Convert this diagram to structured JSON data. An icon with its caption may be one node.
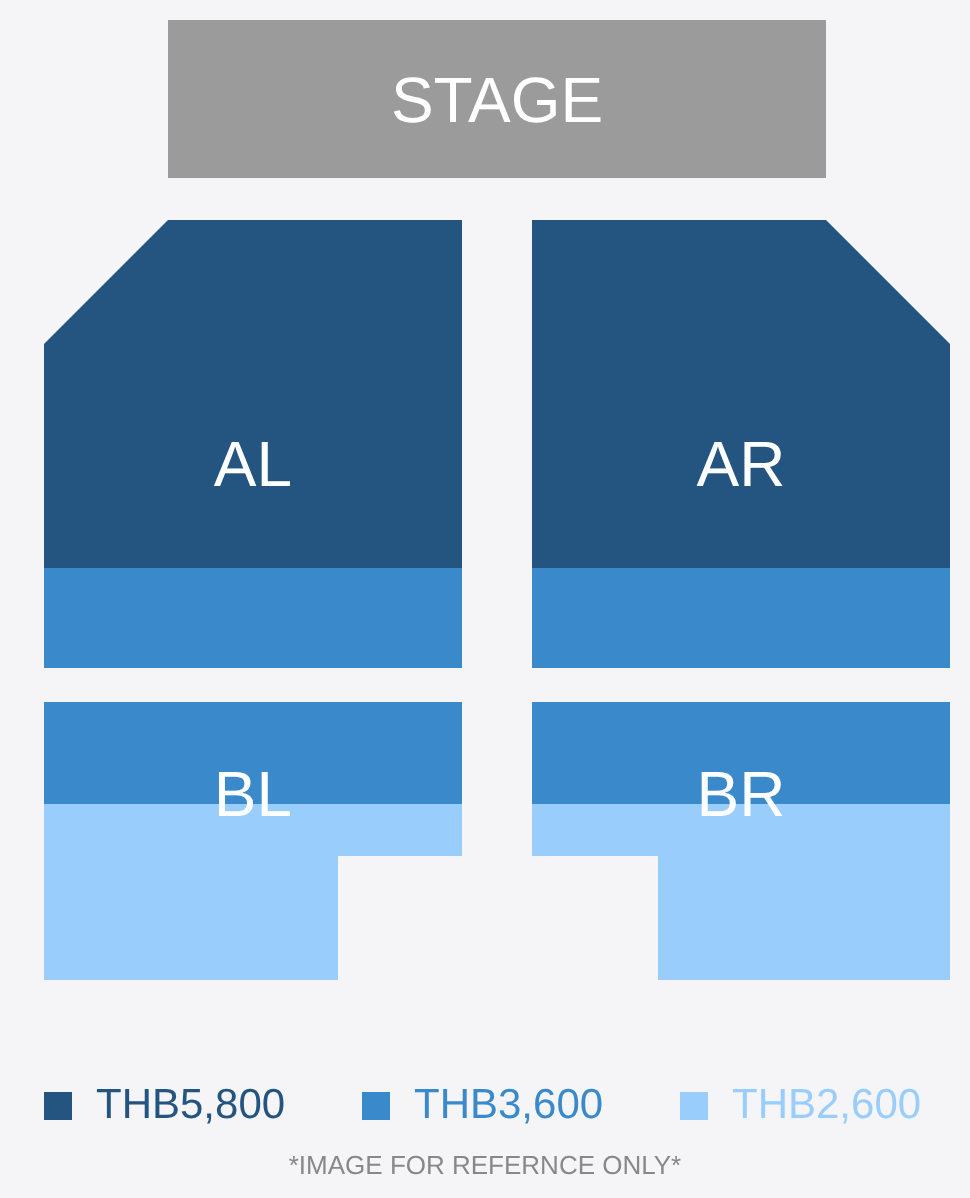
{
  "diagram": {
    "nodes": [
      {
        "text": [
          "STAGE"
        ]
      },
      {
        "text": [
          "AL"
        ]
      },
      {
        "text": [
          "AR"
        ]
      },
      {
        "text": [
          "BL"
        ]
      },
      {
        "text": [
          "BR"
        ]
      }
    ],
    "labels": [
      "*IMAGE FOR REFERNCE ONLY*"
    ],
    "legend": [
      {
        "text": "THB5,800",
        "color": "#245480"
      },
      {
        "text": "THB3,600",
        "color": "#3a8acb"
      },
      {
        "text": "THB2,600",
        "color": "#99cdfc"
      }
    ]
  }
}
